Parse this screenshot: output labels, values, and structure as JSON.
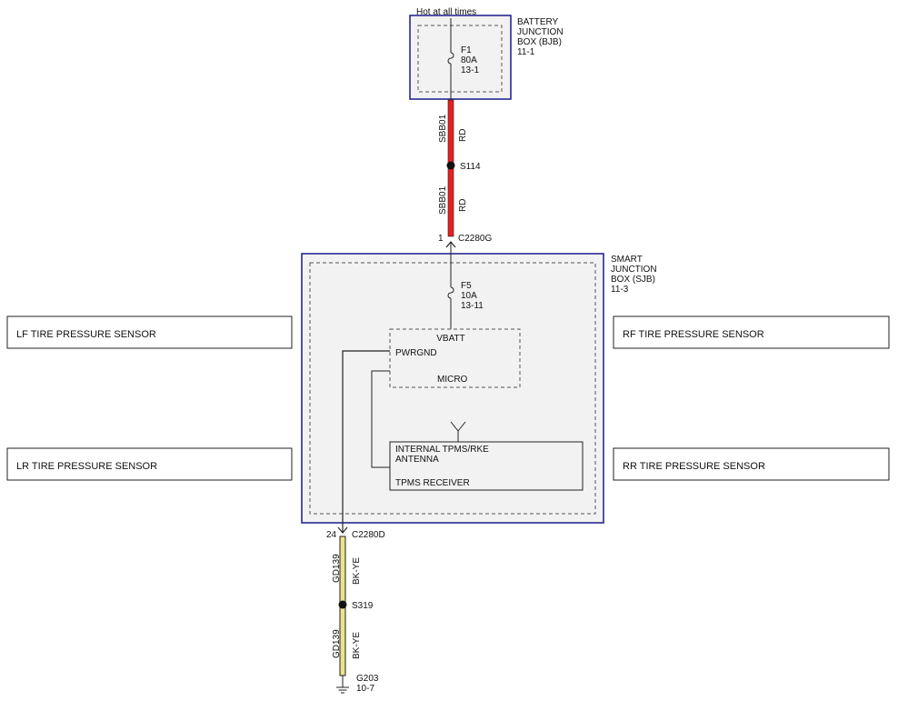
{
  "top_note": "Hot at all times",
  "bjb": {
    "title_lines": [
      "BATTERY",
      "JUNCTION",
      "BOX (BJB)",
      "11-1"
    ]
  },
  "fuse_f1": {
    "lines": [
      "F1",
      "80A",
      "13-1"
    ]
  },
  "wire_upper": {
    "circuit": "SBB01",
    "color": "RD"
  },
  "splice_s114": "S114",
  "wire_lower": {
    "circuit": "SBB01",
    "color": "RD"
  },
  "conn_c2280g": {
    "pin": "1",
    "name": "C2280G"
  },
  "sjb": {
    "title_lines": [
      "SMART",
      "JUNCTION",
      "BOX (SJB)",
      "11-3"
    ]
  },
  "fuse_f5": {
    "lines": [
      "F5",
      "10A",
      "13-11"
    ]
  },
  "micro": {
    "vbatt": "VBATT",
    "pwrgnd": "PWRGND",
    "name": "MICRO"
  },
  "tpms": {
    "line1": "INTERNAL TPMS/RKE",
    "line2": "ANTENNA",
    "line3": "TPMS RECEIVER"
  },
  "conn_c2280d": {
    "pin": "24",
    "name": "C2280D"
  },
  "gnd_wire_upper": {
    "circuit": "GD139",
    "color": "BK-YE"
  },
  "splice_s319": "S319",
  "gnd_wire_lower": {
    "circuit": "GD139",
    "color": "BK-YE"
  },
  "ground": {
    "name": "G203",
    "ref": "10-7"
  },
  "sensors": {
    "lf": "LF TIRE PRESSURE SENSOR",
    "rf": "RF TIRE PRESSURE SENSOR",
    "lr": "LR TIRE PRESSURE SENSOR",
    "rr": "RR TIRE PRESSURE SENSOR"
  },
  "colors": {
    "power_wire": "#e8211f",
    "ground_wire": "#e8e48a",
    "box_border": "#1a1a8c",
    "box_fill": "#f2f2f2"
  }
}
